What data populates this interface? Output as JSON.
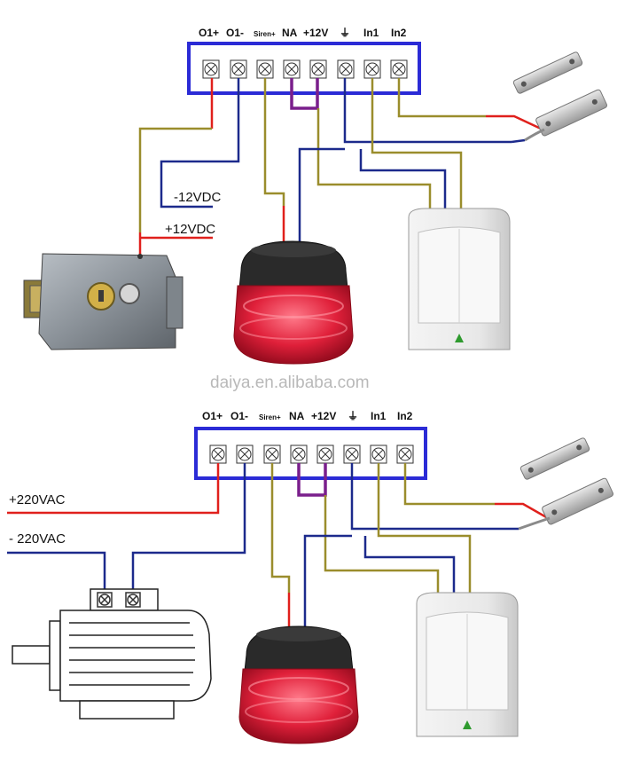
{
  "top_panel": {
    "terminals": [
      "O1+",
      "O1-",
      "Siren+",
      "NA",
      "+12V",
      "⏚",
      "In1",
      "In2"
    ],
    "minus_label": "-12VDC",
    "plus_label": "+12VDC"
  },
  "watermark": "daiya.en.alibaba.com",
  "bottom_panel": {
    "terminals": [
      "O1+",
      "O1-",
      "Siren+",
      "NA",
      "+12V",
      "⏚",
      "In1",
      "In2"
    ],
    "plus_label": "+220VAC",
    "minus_label": "- 220VAC"
  },
  "colors": {
    "red": "#e0201c",
    "blue": "#1c2a8c",
    "olive": "#9a8d2c",
    "purple": "#7a1f8c",
    "panel_border": "#2b2bd6"
  },
  "icons": [
    "electric-lock-icon",
    "siren-icon",
    "motion-sensor-icon",
    "door-contact-icon",
    "motor-icon"
  ]
}
